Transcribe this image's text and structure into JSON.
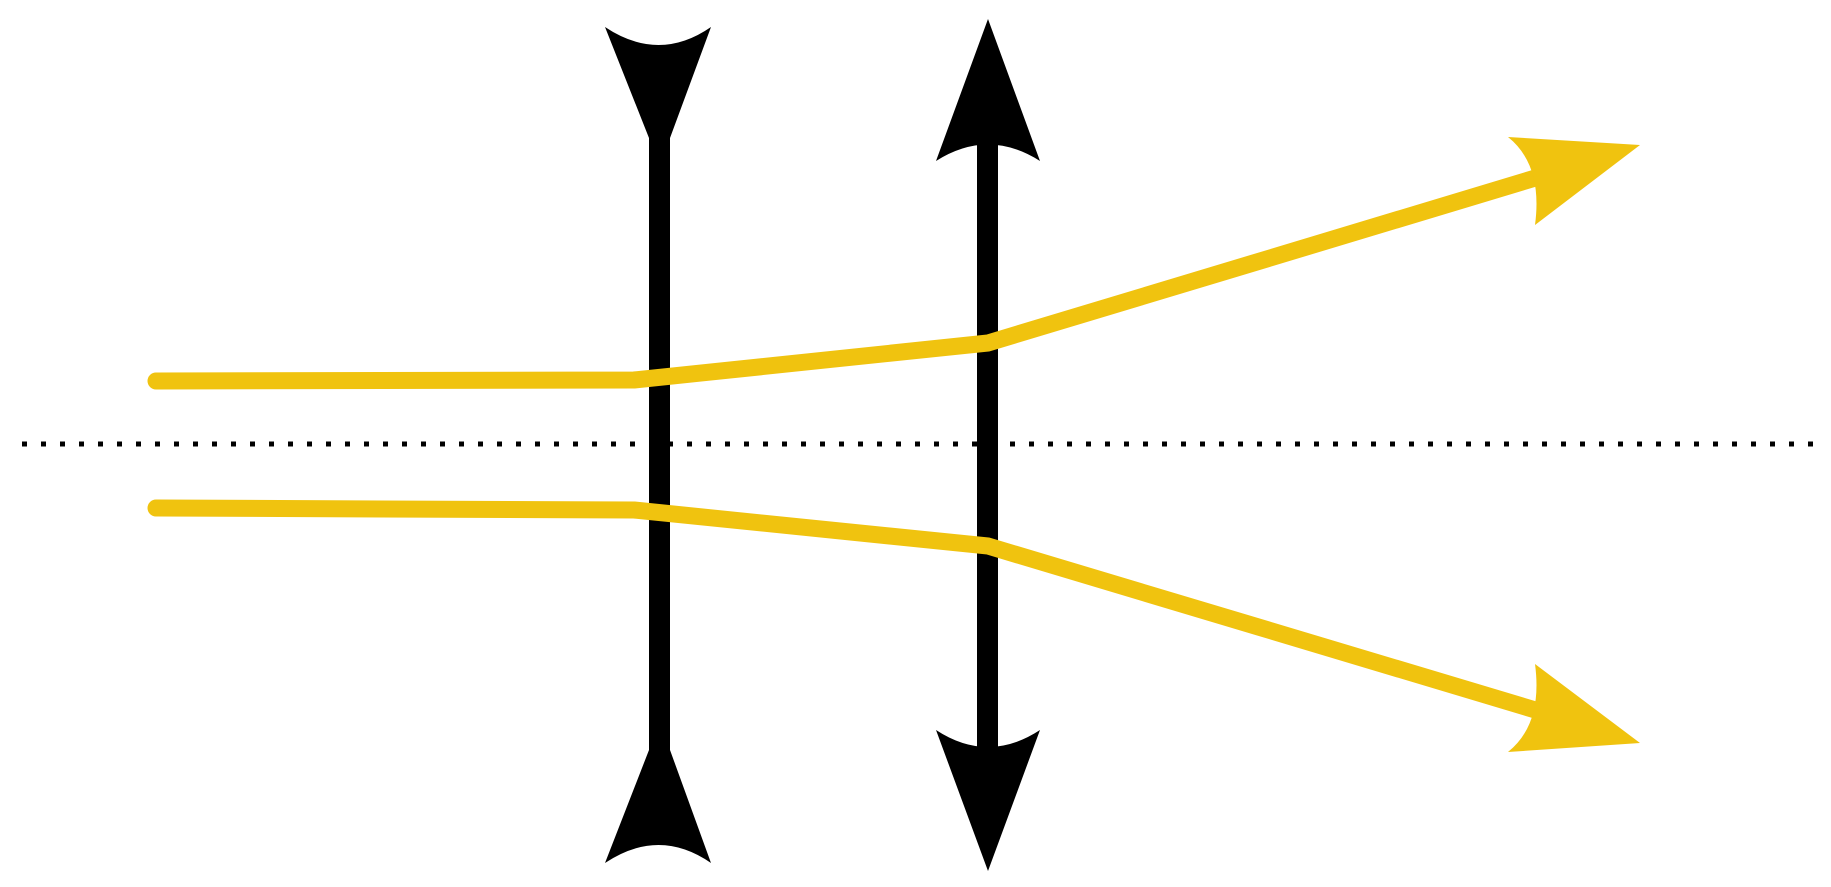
{
  "diagram": {
    "colors": {
      "ray": "#F0C30F",
      "lens": "#000000",
      "axis": "#000000",
      "background": "#FFFFFF"
    },
    "elements": [
      {
        "name": "optical-axis",
        "kind": "dotted line"
      },
      {
        "name": "diverging-lens",
        "kind": "concave lens"
      },
      {
        "name": "converging-lens",
        "kind": "convex lens"
      },
      {
        "name": "upper-ray",
        "kind": "light ray"
      },
      {
        "name": "lower-ray",
        "kind": "light ray"
      }
    ]
  }
}
